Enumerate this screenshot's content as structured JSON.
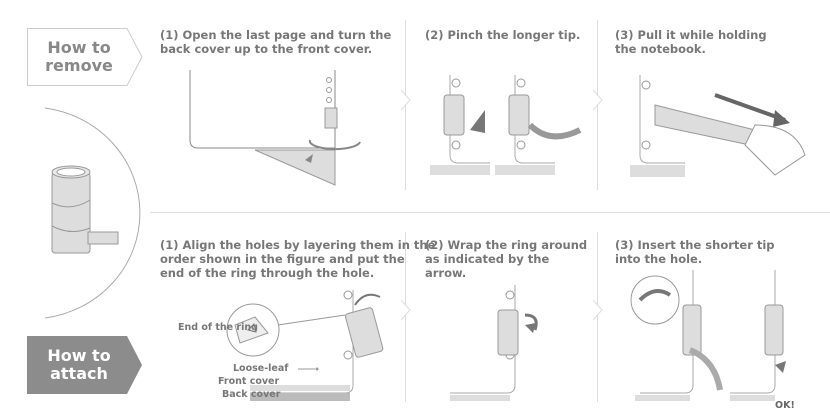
{
  "remove": {
    "tag": "How to\nremove",
    "steps": [
      "(1) Open the last page and turn the\n      back cover up to the front cover.",
      "(2) Pinch the longer tip.",
      "(3) Pull it while holding\n      the notebook."
    ]
  },
  "attach": {
    "tag": "How to\nattach",
    "steps": [
      "(1) Align the holes by layering them in the\n      order shown in the figure and put the\n      end of the ring through the hole.",
      "(2) Wrap the ring around\n      as indicated by the\n      arrow.",
      "(3) Insert the shorter tip\n      into the hole."
    ],
    "labels": {
      "end_of_ring": "End of the ring",
      "loose_leaf": "Loose-leaf",
      "front_cover": "Front cover",
      "back_cover": "Back cover",
      "ok": "OK!"
    }
  },
  "colors": {
    "tag_attach": "#8c8c8c",
    "text": "#777777",
    "divider": "#dddddd"
  }
}
